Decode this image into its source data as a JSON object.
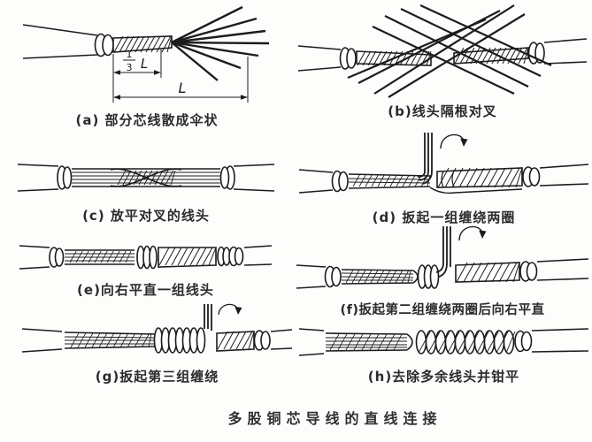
{
  "figure": {
    "title": "多股铜芯导线的直线连接",
    "steps": [
      {
        "id": "a",
        "label": "(a) 部分芯线散成伞状"
      },
      {
        "id": "b",
        "label": "(b)线头隔根对叉"
      },
      {
        "id": "c",
        "label": "(c) 放平对叉的线头"
      },
      {
        "id": "d",
        "label": "(d) 扳起一组缠绕两圈"
      },
      {
        "id": "e",
        "label": "(e)向右平直一组线头"
      },
      {
        "id": "f",
        "label": "(f)扳起第二组缠绕两圈后向右平直"
      },
      {
        "id": "g",
        "label": "(g)扳起第三组缠绕"
      },
      {
        "id": "h",
        "label": "(h)去除多余线头并钳平"
      }
    ],
    "dimensions": {
      "fraction_numerator": "1",
      "fraction_denominator": "3",
      "length_symbol": "L"
    }
  },
  "colors": {
    "background": "#fdfdfc",
    "line": "#1c1c1c",
    "text": "#2b2b2b"
  }
}
